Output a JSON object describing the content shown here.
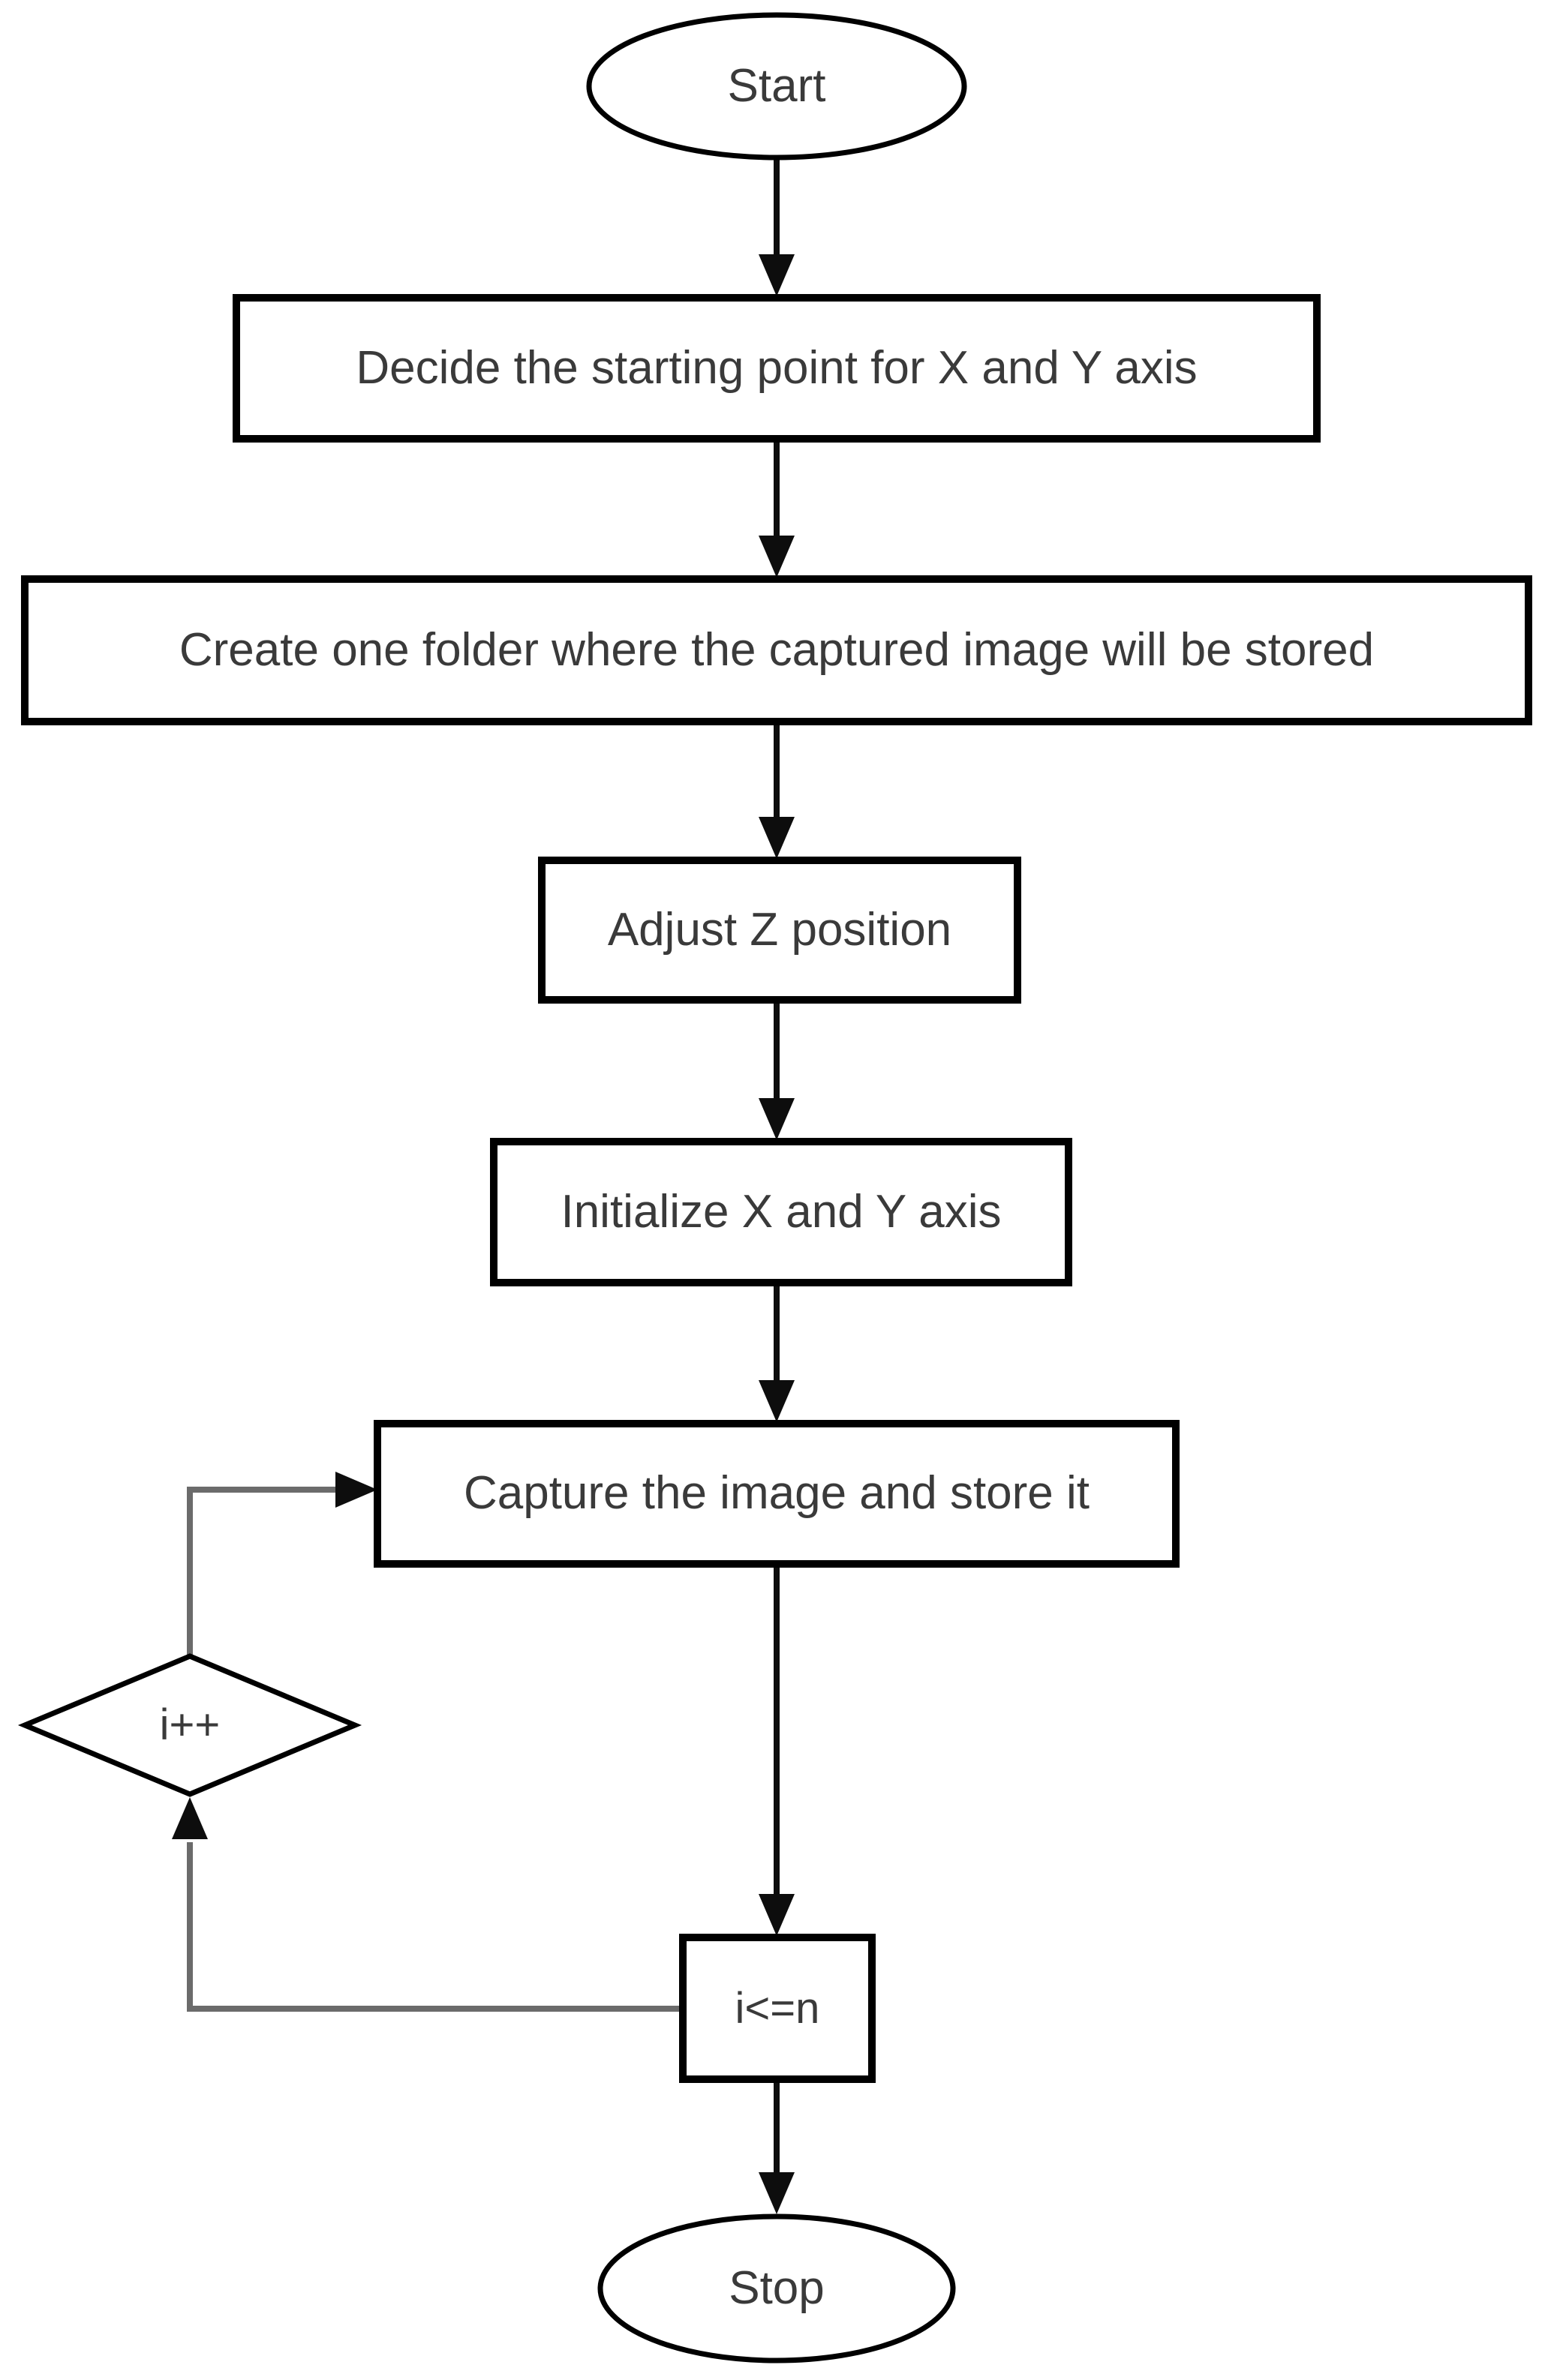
{
  "diagram": {
    "type": "flowchart",
    "background_color": "#ffffff",
    "shape_stroke_color": "#000000",
    "main_arrow_color": "#0d0d0d",
    "loop_arrow_color": "#6b6b6b",
    "text_color": "#3a3a3a",
    "nodes": [
      {
        "id": "start",
        "type": "terminator",
        "label": "Start"
      },
      {
        "id": "decide-start-point",
        "type": "process",
        "label": "Decide the starting point for X and Y axis"
      },
      {
        "id": "create-folder",
        "type": "process",
        "label": "Create one folder where the captured image will be stored"
      },
      {
        "id": "adjust-z",
        "type": "process",
        "label": "Adjust Z position"
      },
      {
        "id": "init-xy",
        "type": "process",
        "label": "Initialize X and Y axis"
      },
      {
        "id": "capture-store",
        "type": "process",
        "label": "Capture the image and store it"
      },
      {
        "id": "increment",
        "type": "decision",
        "label": "i++"
      },
      {
        "id": "loop-condition",
        "type": "process",
        "label": "i<=n"
      },
      {
        "id": "stop",
        "type": "terminator",
        "label": "Stop"
      }
    ],
    "edges": [
      {
        "from": "start",
        "to": "decide-start-point"
      },
      {
        "from": "decide-start-point",
        "to": "create-folder"
      },
      {
        "from": "create-folder",
        "to": "adjust-z"
      },
      {
        "from": "adjust-z",
        "to": "init-xy"
      },
      {
        "from": "init-xy",
        "to": "capture-store"
      },
      {
        "from": "capture-store",
        "to": "loop-condition"
      },
      {
        "from": "loop-condition",
        "to": "increment"
      },
      {
        "from": "increment",
        "to": "capture-store"
      },
      {
        "from": "loop-condition",
        "to": "stop"
      }
    ]
  }
}
